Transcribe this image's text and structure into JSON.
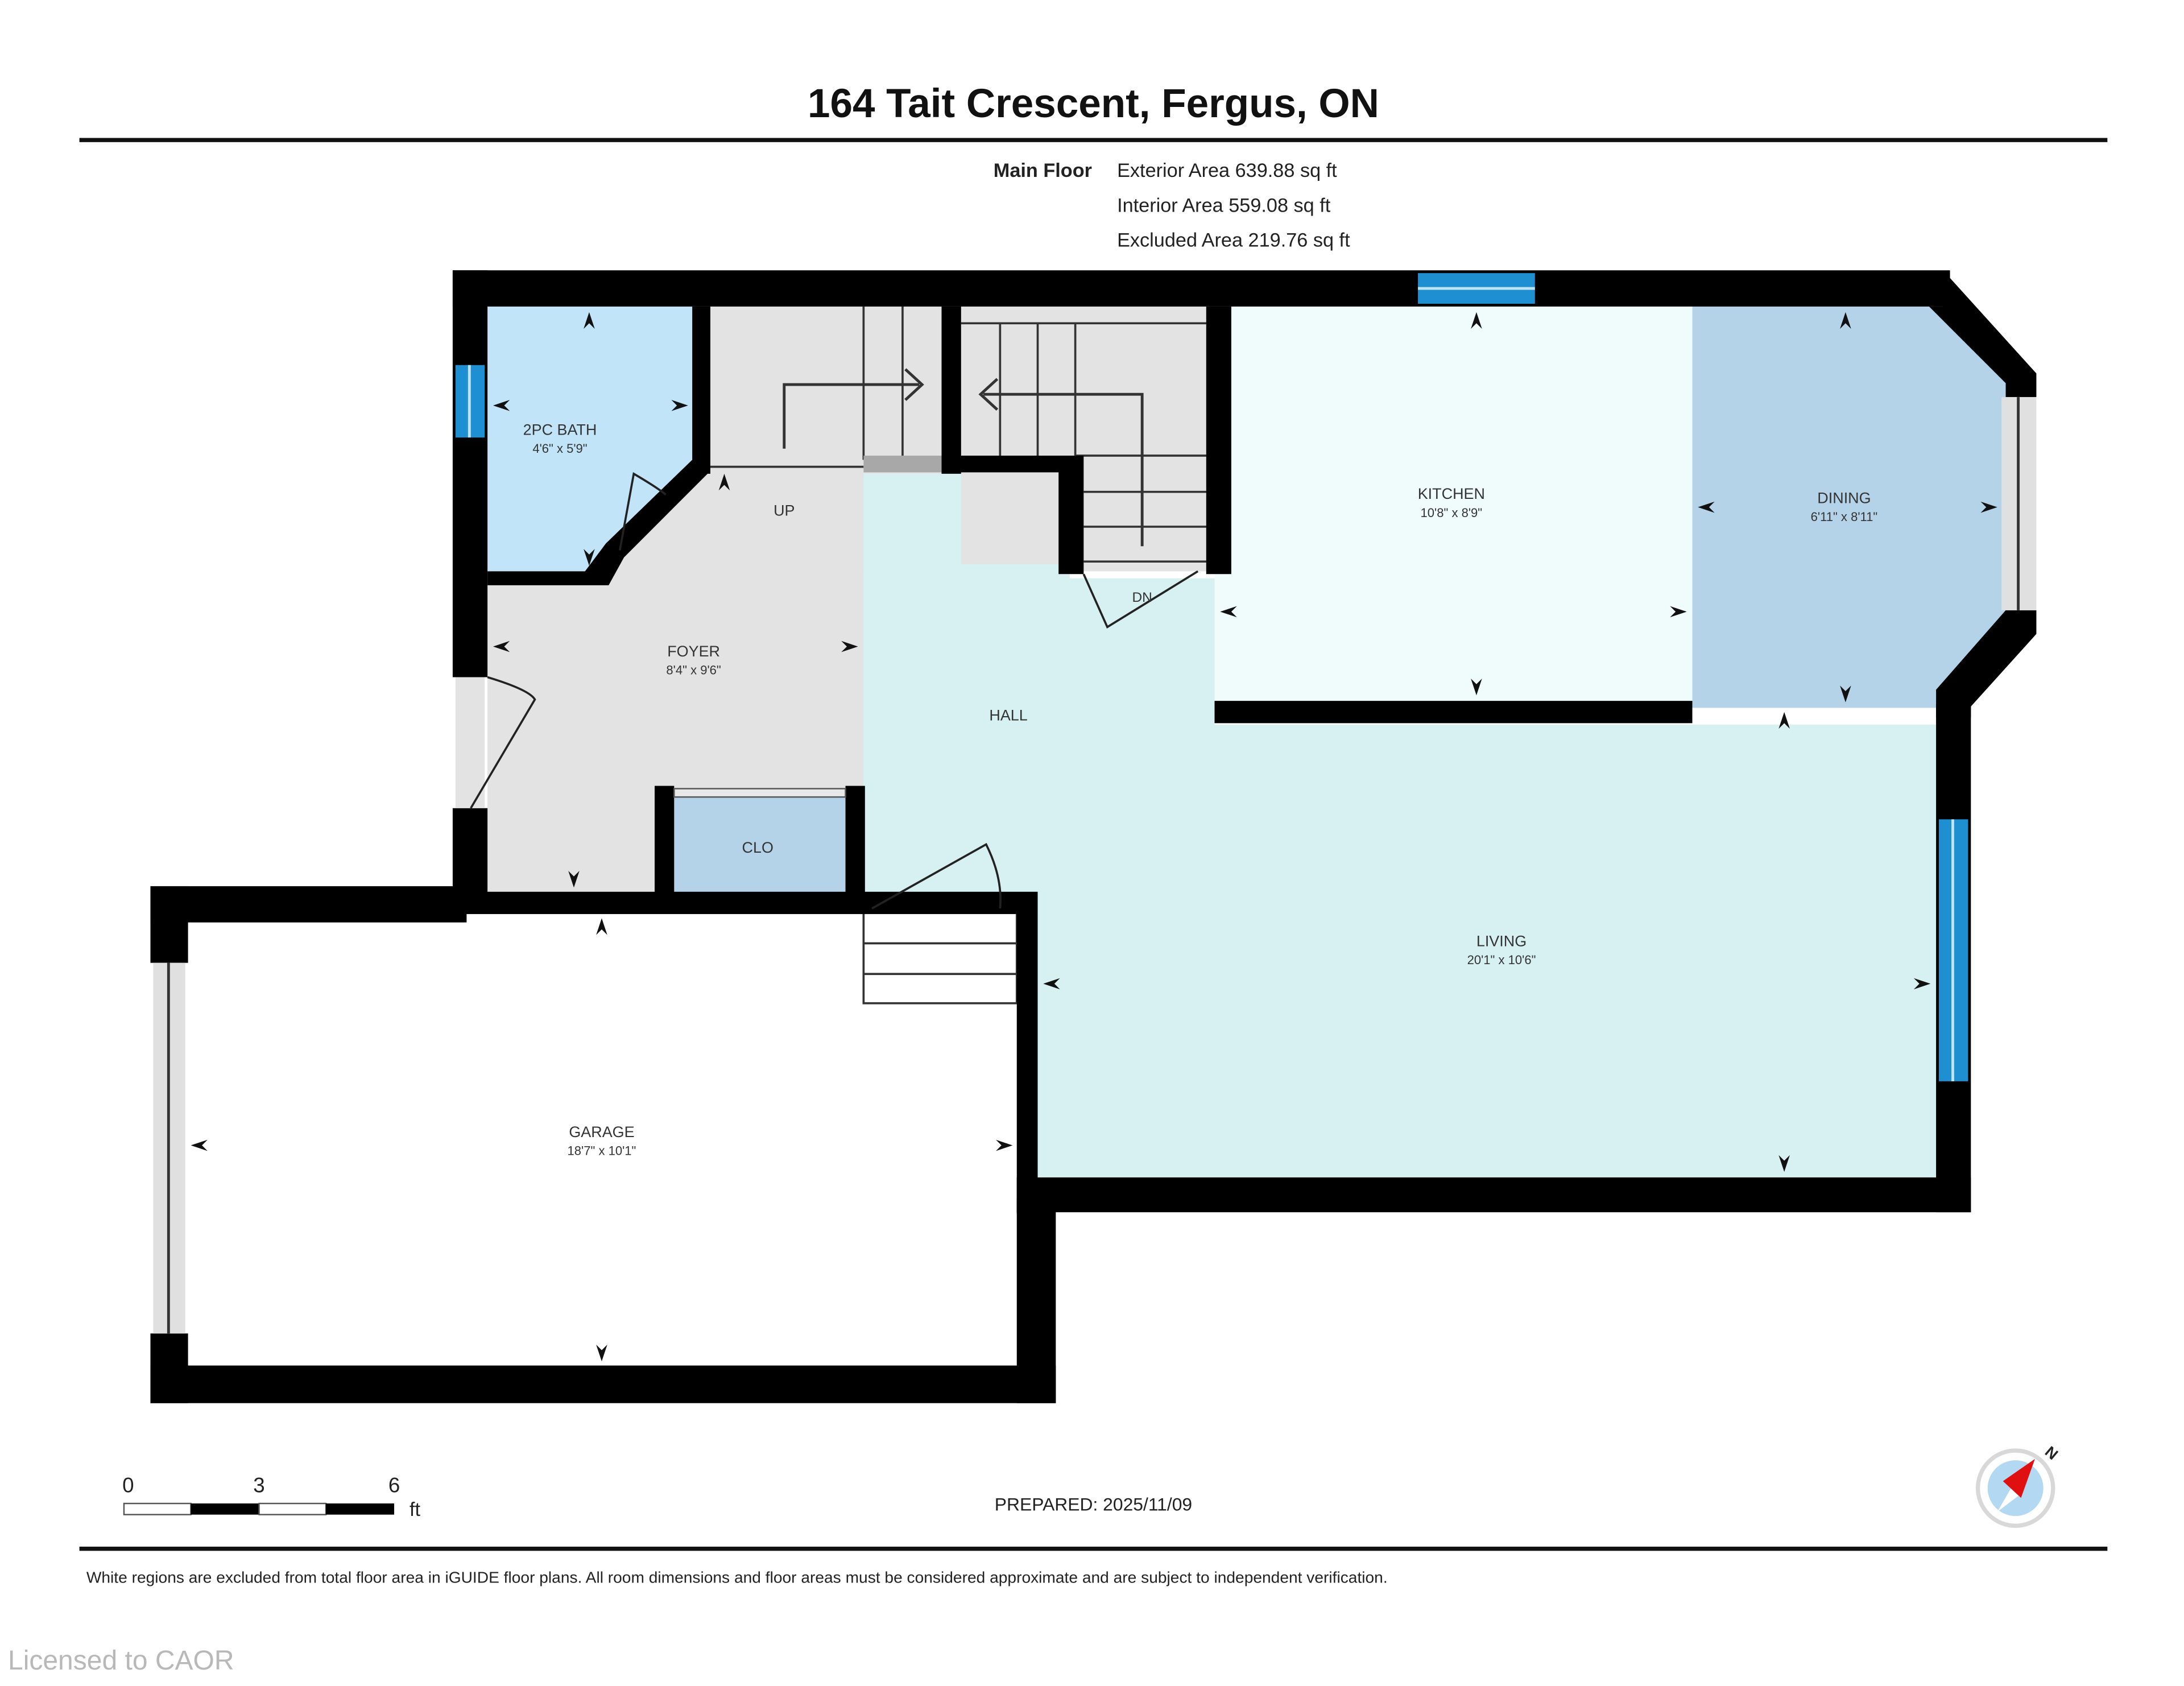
{
  "header": {
    "title": "164 Tait Crescent, Fergus, ON",
    "floor_label": "Main Floor",
    "exterior_area": "Exterior Area 639.88 sq ft",
    "interior_area": "Interior Area 559.08 sq ft",
    "excluded_area": "Excluded Area 219.76 sq ft"
  },
  "rooms": {
    "bath": {
      "name": "2PC BATH",
      "dims": "4'6\" x 5'9\""
    },
    "foyer": {
      "name": "FOYER",
      "dims": "8'4\" x 9'6\""
    },
    "kitchen": {
      "name": "KITCHEN",
      "dims": "10'8\" x 8'9\""
    },
    "dining": {
      "name": "DINING",
      "dims": "6'11\" x 8'11\""
    },
    "hall": {
      "name": "HALL"
    },
    "clo": {
      "name": "CLO"
    },
    "living": {
      "name": "LIVING",
      "dims": "20'1\" x 10'6\""
    },
    "garage": {
      "name": "GARAGE",
      "dims": "18'7\" x 10'1\""
    }
  },
  "labels": {
    "up": "UP",
    "down": "DN"
  },
  "scale": {
    "ticks": [
      "0",
      "3",
      "6"
    ],
    "unit": "ft"
  },
  "compass": {
    "label": "N",
    "needle_color": "#e01010",
    "dial_color": "#b3d9f2"
  },
  "footer": {
    "prepared": "PREPARED: 2025/11/09",
    "disclaimer": "White regions are excluded from total floor area in iGUIDE floor plans. All room dimensions and floor areas must be considered approximate and are subject to independent verification.",
    "license": "Licensed to CAOR"
  },
  "colors": {
    "wall": "#000000",
    "bath": "#c2e4f8",
    "foyer": "#e3e3e3",
    "kitchen": "#effcfb",
    "dining": "#b5d3e8",
    "hall_living": "#d7f0f2",
    "closet": "#b5d3e8",
    "window": "#1e8fd0"
  }
}
